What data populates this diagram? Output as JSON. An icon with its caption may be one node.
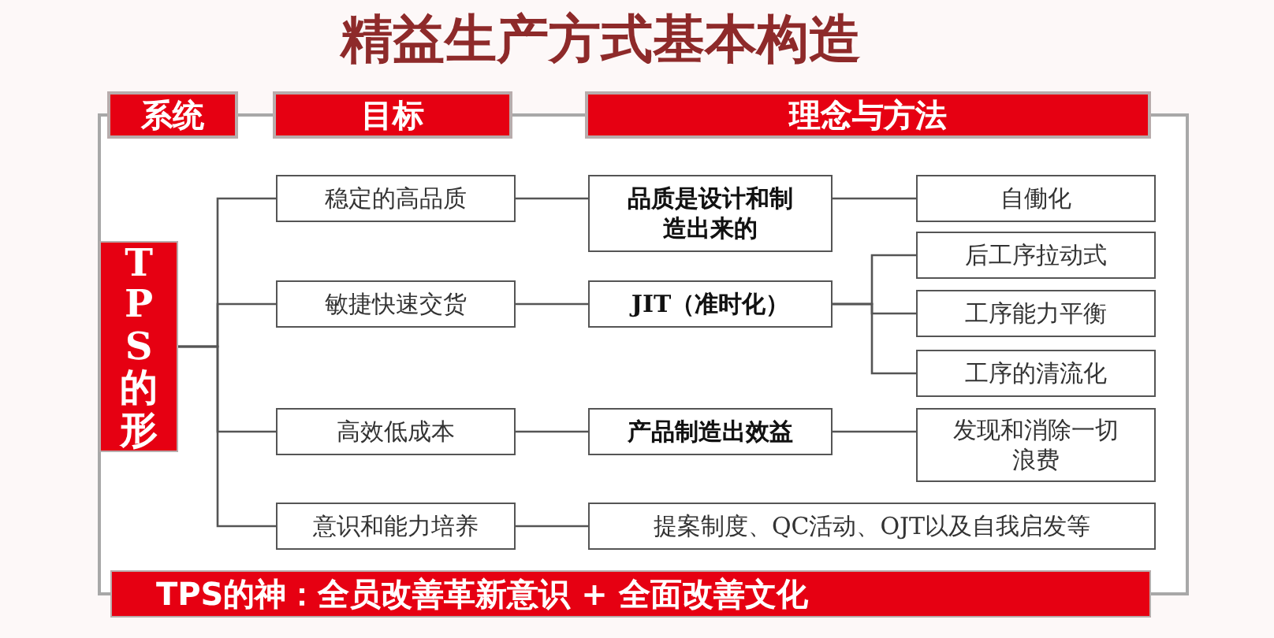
{
  "diagram": {
    "title": "精益生产方式基本构造",
    "nodes": [
      {
        "text": [
          "系统"
        ]
      },
      {
        "text": [
          "目标"
        ]
      },
      {
        "text": [
          "理念与方法"
        ]
      },
      {
        "text": [
          "TPS的形"
        ]
      },
      {
        "text": [
          "稳定的高品质"
        ]
      },
      {
        "text": [
          "品质是设计和制造出来的"
        ]
      },
      {
        "text": [
          "自働化"
        ]
      },
      {
        "text": [
          "后工序拉动式"
        ]
      },
      {
        "text": [
          "敏捷快速交货"
        ]
      },
      {
        "text": [
          "JIT（准时化）"
        ]
      },
      {
        "text": [
          "工序能力平衡"
        ]
      },
      {
        "text": [
          "工序的清流化"
        ]
      },
      {
        "text": [
          "高效低成本"
        ]
      },
      {
        "text": [
          "产品制造出效益"
        ]
      },
      {
        "text": [
          "发现和消除一切浪费"
        ]
      },
      {
        "text": [
          "意识和能力培养"
        ]
      },
      {
        "text": [
          "提案制度、QC活动、OJT以及自我启发等"
        ]
      },
      {
        "text": [
          "TPS的神：全员改善革新意识 + 全面改善文化"
        ]
      }
    ],
    "edges": [
      {
        "from": 3,
        "to": 4,
        "arrow": "none"
      },
      {
        "from": 3,
        "to": 8,
        "arrow": "none"
      },
      {
        "from": 3,
        "to": 12,
        "arrow": "none"
      },
      {
        "from": 3,
        "to": 15,
        "arrow": "none"
      },
      {
        "from": 4,
        "to": 5,
        "arrow": "none"
      },
      {
        "from": 8,
        "to": 9,
        "arrow": "none"
      },
      {
        "from": 12,
        "to": 13,
        "arrow": "none"
      },
      {
        "from": 15,
        "to": 16,
        "arrow": "none"
      },
      {
        "from": 5,
        "to": 6,
        "arrow": "none"
      },
      {
        "from": 9,
        "to": 7,
        "arrow": "none"
      },
      {
        "from": 9,
        "to": 10,
        "arrow": "none"
      },
      {
        "from": 9,
        "to": 11,
        "arrow": "none"
      },
      {
        "from": 13,
        "to": 14,
        "arrow": "none"
      }
    ]
  }
}
